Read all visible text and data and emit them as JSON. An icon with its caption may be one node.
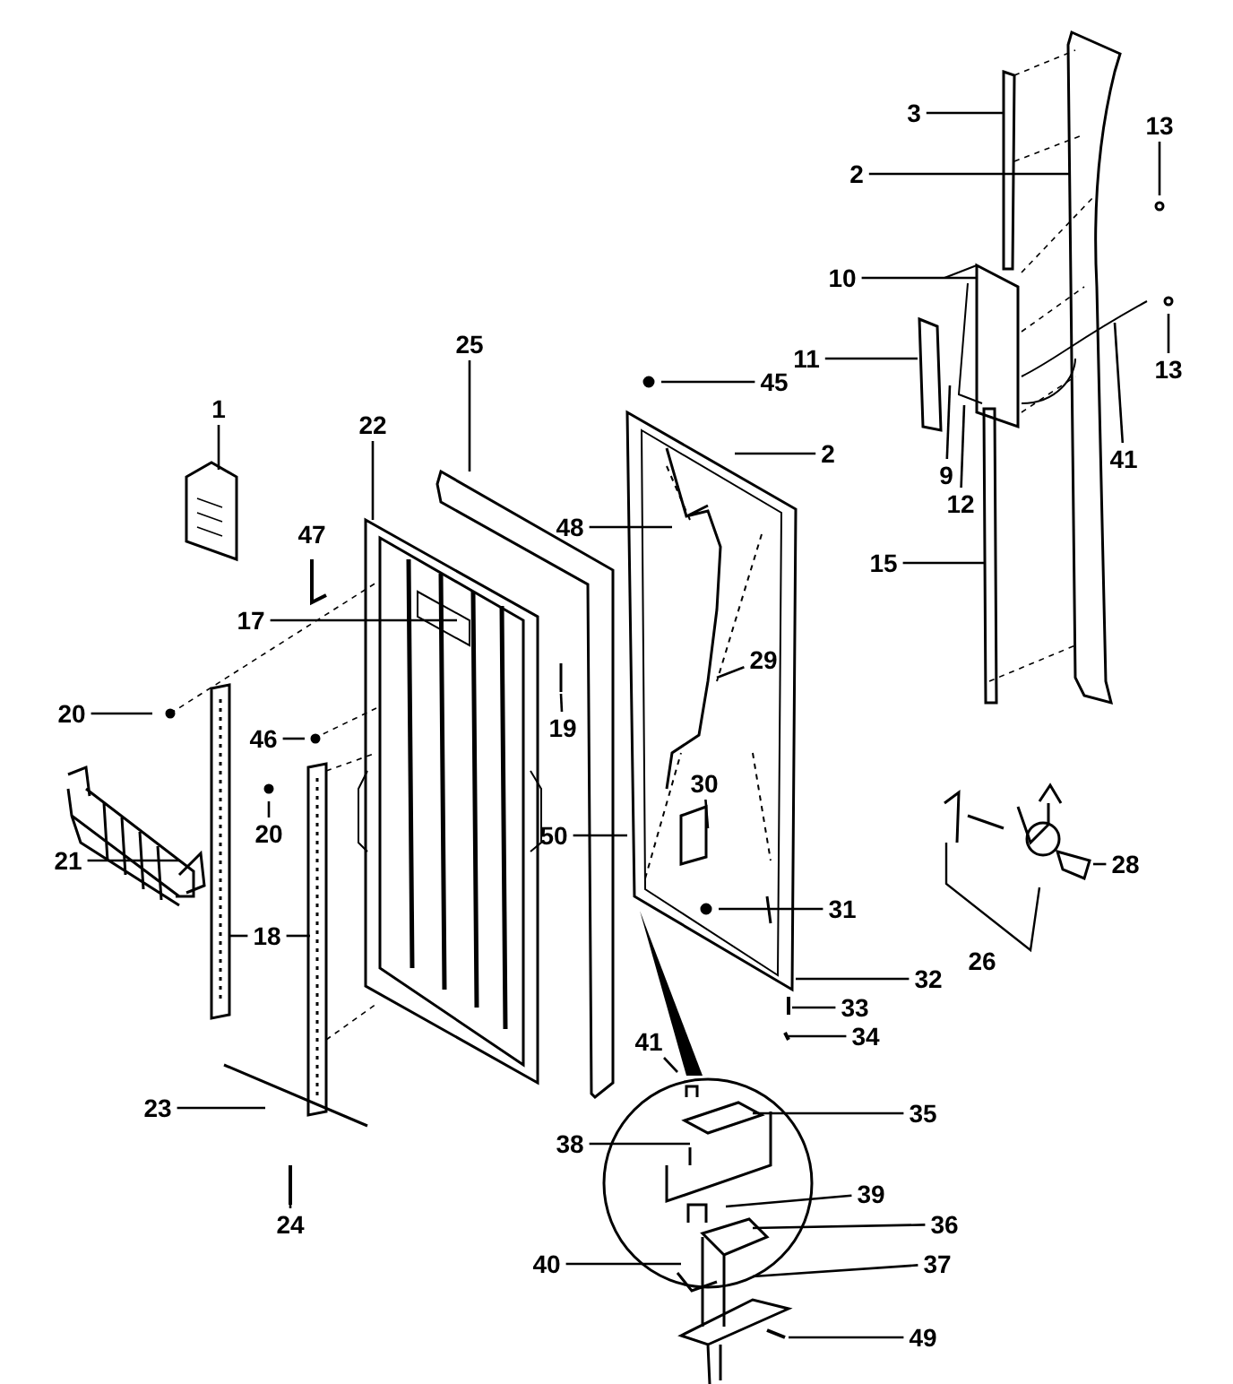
{
  "diagram": {
    "nodes": [
      {
        "text": [
          "3"
        ]
      },
      {
        "text": [
          "13"
        ]
      },
      {
        "text": [
          "2"
        ]
      },
      {
        "text": [
          "10"
        ]
      },
      {
        "text": [
          "11"
        ]
      },
      {
        "text": [
          "13"
        ]
      },
      {
        "text": [
          "45"
        ]
      },
      {
        "text": [
          "1"
        ]
      },
      {
        "text": [
          "25"
        ]
      },
      {
        "text": [
          "22"
        ]
      },
      {
        "text": [
          "2"
        ]
      },
      {
        "text": [
          "41"
        ]
      },
      {
        "text": [
          "9"
        ]
      },
      {
        "text": [
          "12"
        ]
      },
      {
        "text": [
          "48"
        ]
      },
      {
        "text": [
          "15"
        ]
      },
      {
        "text": [
          "17"
        ]
      },
      {
        "text": [
          "29"
        ]
      },
      {
        "text": [
          "20"
        ]
      },
      {
        "text": [
          "19"
        ]
      },
      {
        "text": [
          "46"
        ]
      },
      {
        "text": [
          "30"
        ]
      },
      {
        "text": [
          "20"
        ]
      },
      {
        "text": [
          "50"
        ]
      },
      {
        "text": [
          "21"
        ]
      },
      {
        "text": [
          "28"
        ]
      },
      {
        "text": [
          "31"
        ]
      },
      {
        "text": [
          "18"
        ]
      },
      {
        "text": [
          "32"
        ]
      },
      {
        "text": [
          "33"
        ]
      },
      {
        "text": [
          "34"
        ]
      },
      {
        "text": [
          "41"
        ]
      },
      {
        "text": [
          "23"
        ]
      },
      {
        "text": [
          "35"
        ]
      },
      {
        "text": [
          "38"
        ]
      },
      {
        "text": [
          "39"
        ]
      },
      {
        "text": [
          "24"
        ]
      },
      {
        "text": [
          "36"
        ]
      },
      {
        "text": [
          "40"
        ]
      },
      {
        "text": [
          "37"
        ]
      },
      {
        "text": [
          "49"
        ]
      }
    ],
    "edges": [
      {
        "from": 0,
        "to": null,
        "arrow": "none"
      },
      {
        "from": 1,
        "to": null,
        "arrow": "none"
      },
      {
        "from": 2,
        "to": null,
        "arrow": "none"
      },
      {
        "from": 3,
        "to": null,
        "arrow": "none"
      },
      {
        "from": 4,
        "to": null,
        "arrow": "none"
      },
      {
        "from": 5,
        "to": null,
        "arrow": "none"
      },
      {
        "from": 6,
        "to": null,
        "arrow": "none"
      },
      {
        "from": 7,
        "to": null,
        "arrow": "none"
      },
      {
        "from": 8,
        "to": null,
        "arrow": "none"
      },
      {
        "from": 9,
        "to": null,
        "arrow": "none"
      },
      {
        "from": 10,
        "to": null,
        "arrow": "none"
      },
      {
        "from": 11,
        "to": null,
        "arrow": "none"
      },
      {
        "from": 12,
        "to": null,
        "arrow": "none"
      },
      {
        "from": 13,
        "to": null,
        "arrow": "none"
      },
      {
        "from": 14,
        "to": null,
        "arrow": "none"
      },
      {
        "from": 15,
        "to": null,
        "arrow": "none"
      },
      {
        "from": 16,
        "to": null,
        "arrow": "none"
      },
      {
        "from": 17,
        "to": null,
        "arrow": "none"
      },
      {
        "from": 18,
        "to": null,
        "arrow": "none"
      },
      {
        "from": 19,
        "to": null,
        "arrow": "none"
      },
      {
        "from": 20,
        "to": null,
        "arrow": "none"
      },
      {
        "from": 21,
        "to": null,
        "arrow": "none"
      },
      {
        "from": 22,
        "to": null,
        "arrow": "none"
      },
      {
        "from": 23,
        "to": null,
        "arrow": "none"
      },
      {
        "from": 24,
        "to": null,
        "arrow": "none"
      },
      {
        "from": 25,
        "to": null,
        "arrow": "none"
      },
      {
        "from": 26,
        "to": null,
        "arrow": "none"
      },
      {
        "from": 27,
        "to": null,
        "arrow": "none"
      },
      {
        "from": 27,
        "to": null,
        "arrow": "none"
      },
      {
        "from": 28,
        "to": null,
        "arrow": "none"
      },
      {
        "from": 29,
        "to": null,
        "arrow": "none"
      },
      {
        "from": 30,
        "to": null,
        "arrow": "none"
      },
      {
        "from": 31,
        "to": null,
        "arrow": "none"
      },
      {
        "from": 32,
        "to": null,
        "arrow": "none"
      },
      {
        "from": 33,
        "to": null,
        "arrow": "none"
      },
      {
        "from": 34,
        "to": null,
        "arrow": "none"
      },
      {
        "from": 35,
        "to": null,
        "arrow": "none"
      },
      {
        "from": 36,
        "to": null,
        "arrow": "none"
      },
      {
        "from": 37,
        "to": null,
        "arrow": "none"
      },
      {
        "from": 38,
        "to": null,
        "arrow": "none"
      },
      {
        "from": 39,
        "to": null,
        "arrow": "none"
      },
      {
        "from": 40,
        "to": null,
        "arrow": "none"
      }
    ],
    "labels": [
      "47",
      "26"
    ]
  }
}
